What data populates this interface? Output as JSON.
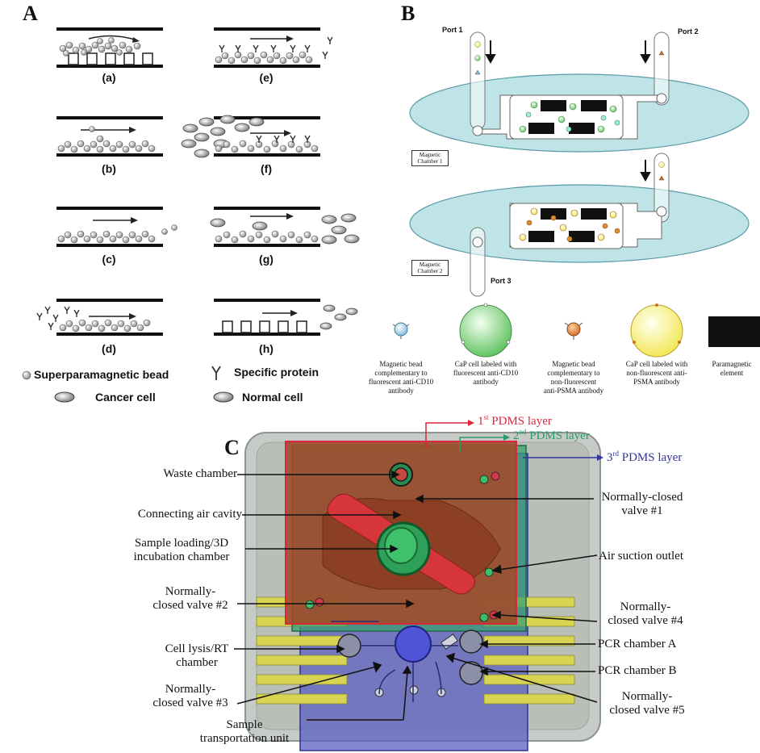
{
  "panelA": {
    "letter": "A",
    "subfigures": [
      "(a)",
      "(b)",
      "(c)",
      "(d)",
      "(e)",
      "(f)",
      "(g)",
      "(h)"
    ],
    "legend": {
      "bead": "Superparamagnetic bead",
      "protein": "Specific protein",
      "cancer": "Cancer cell",
      "normal": "Normal cell"
    }
  },
  "panelB": {
    "letter": "B",
    "ports": [
      "Port 1",
      "Port 2",
      "Port 3"
    ],
    "chambers": [
      {
        "line1": "Magnetic",
        "line2": "Chamber 1"
      },
      {
        "line1": "Magnetic",
        "line2": "Chamber 2"
      }
    ],
    "legend": [
      {
        "l1": "Magnetic bead",
        "l2": "complementary to",
        "l3": "fluorescent anti-CD10",
        "l4": "antibody"
      },
      {
        "l1": "CaP cell labeled with",
        "l2": "fluorescent anti-CD10",
        "l3": "antibody",
        "l4": ""
      },
      {
        "l1": "Magnetic bead",
        "l2": "complementary to",
        "l3": "non-fluorescent",
        "l4": "anti-PSMA antibody"
      },
      {
        "l1": "CaP cell labeled with",
        "l2": "non-fluorescent anti-",
        "l3": "PSMA antibody",
        "l4": ""
      },
      {
        "l1": "Paramagnetic",
        "l2": "element",
        "l3": "",
        "l4": ""
      }
    ]
  },
  "panelC": {
    "letter": "C",
    "layers": [
      {
        "num": "1",
        "sup": "st",
        "rest": " PDMS layer",
        "color": "#d9263a"
      },
      {
        "num": "2",
        "sup": "nd",
        "rest": " PDMS layer",
        "color": "#2a9a6a"
      },
      {
        "num": "3",
        "sup": "rd",
        "rest": " PDMS layer",
        "color": "#34349a"
      }
    ],
    "left_labels": [
      {
        "l1": "Waste chamber",
        "l2": ""
      },
      {
        "l1": "Connecting air cavity",
        "l2": ""
      },
      {
        "l1": "Sample loading/3D",
        "l2": "incubation chamber"
      },
      {
        "l1": "Normally-",
        "l2": "closed valve #2"
      },
      {
        "l1": "Cell lysis/RT",
        "l2": "chamber"
      },
      {
        "l1": "Normally-",
        "l2": "closed valve #3"
      },
      {
        "l1": "Sample",
        "l2": "transportation unit"
      }
    ],
    "right_labels": [
      {
        "l1": "Normally-closed",
        "l2": "valve #1"
      },
      {
        "l1": "Air suction outlet",
        "l2": ""
      },
      {
        "l1": "Normally-",
        "l2": "closed valve #4"
      },
      {
        "l1": "PCR chamber A",
        "l2": ""
      },
      {
        "l1": "PCR chamber B",
        "l2": ""
      },
      {
        "l1": "Normally-",
        "l2": "closed valve #5"
      }
    ]
  }
}
